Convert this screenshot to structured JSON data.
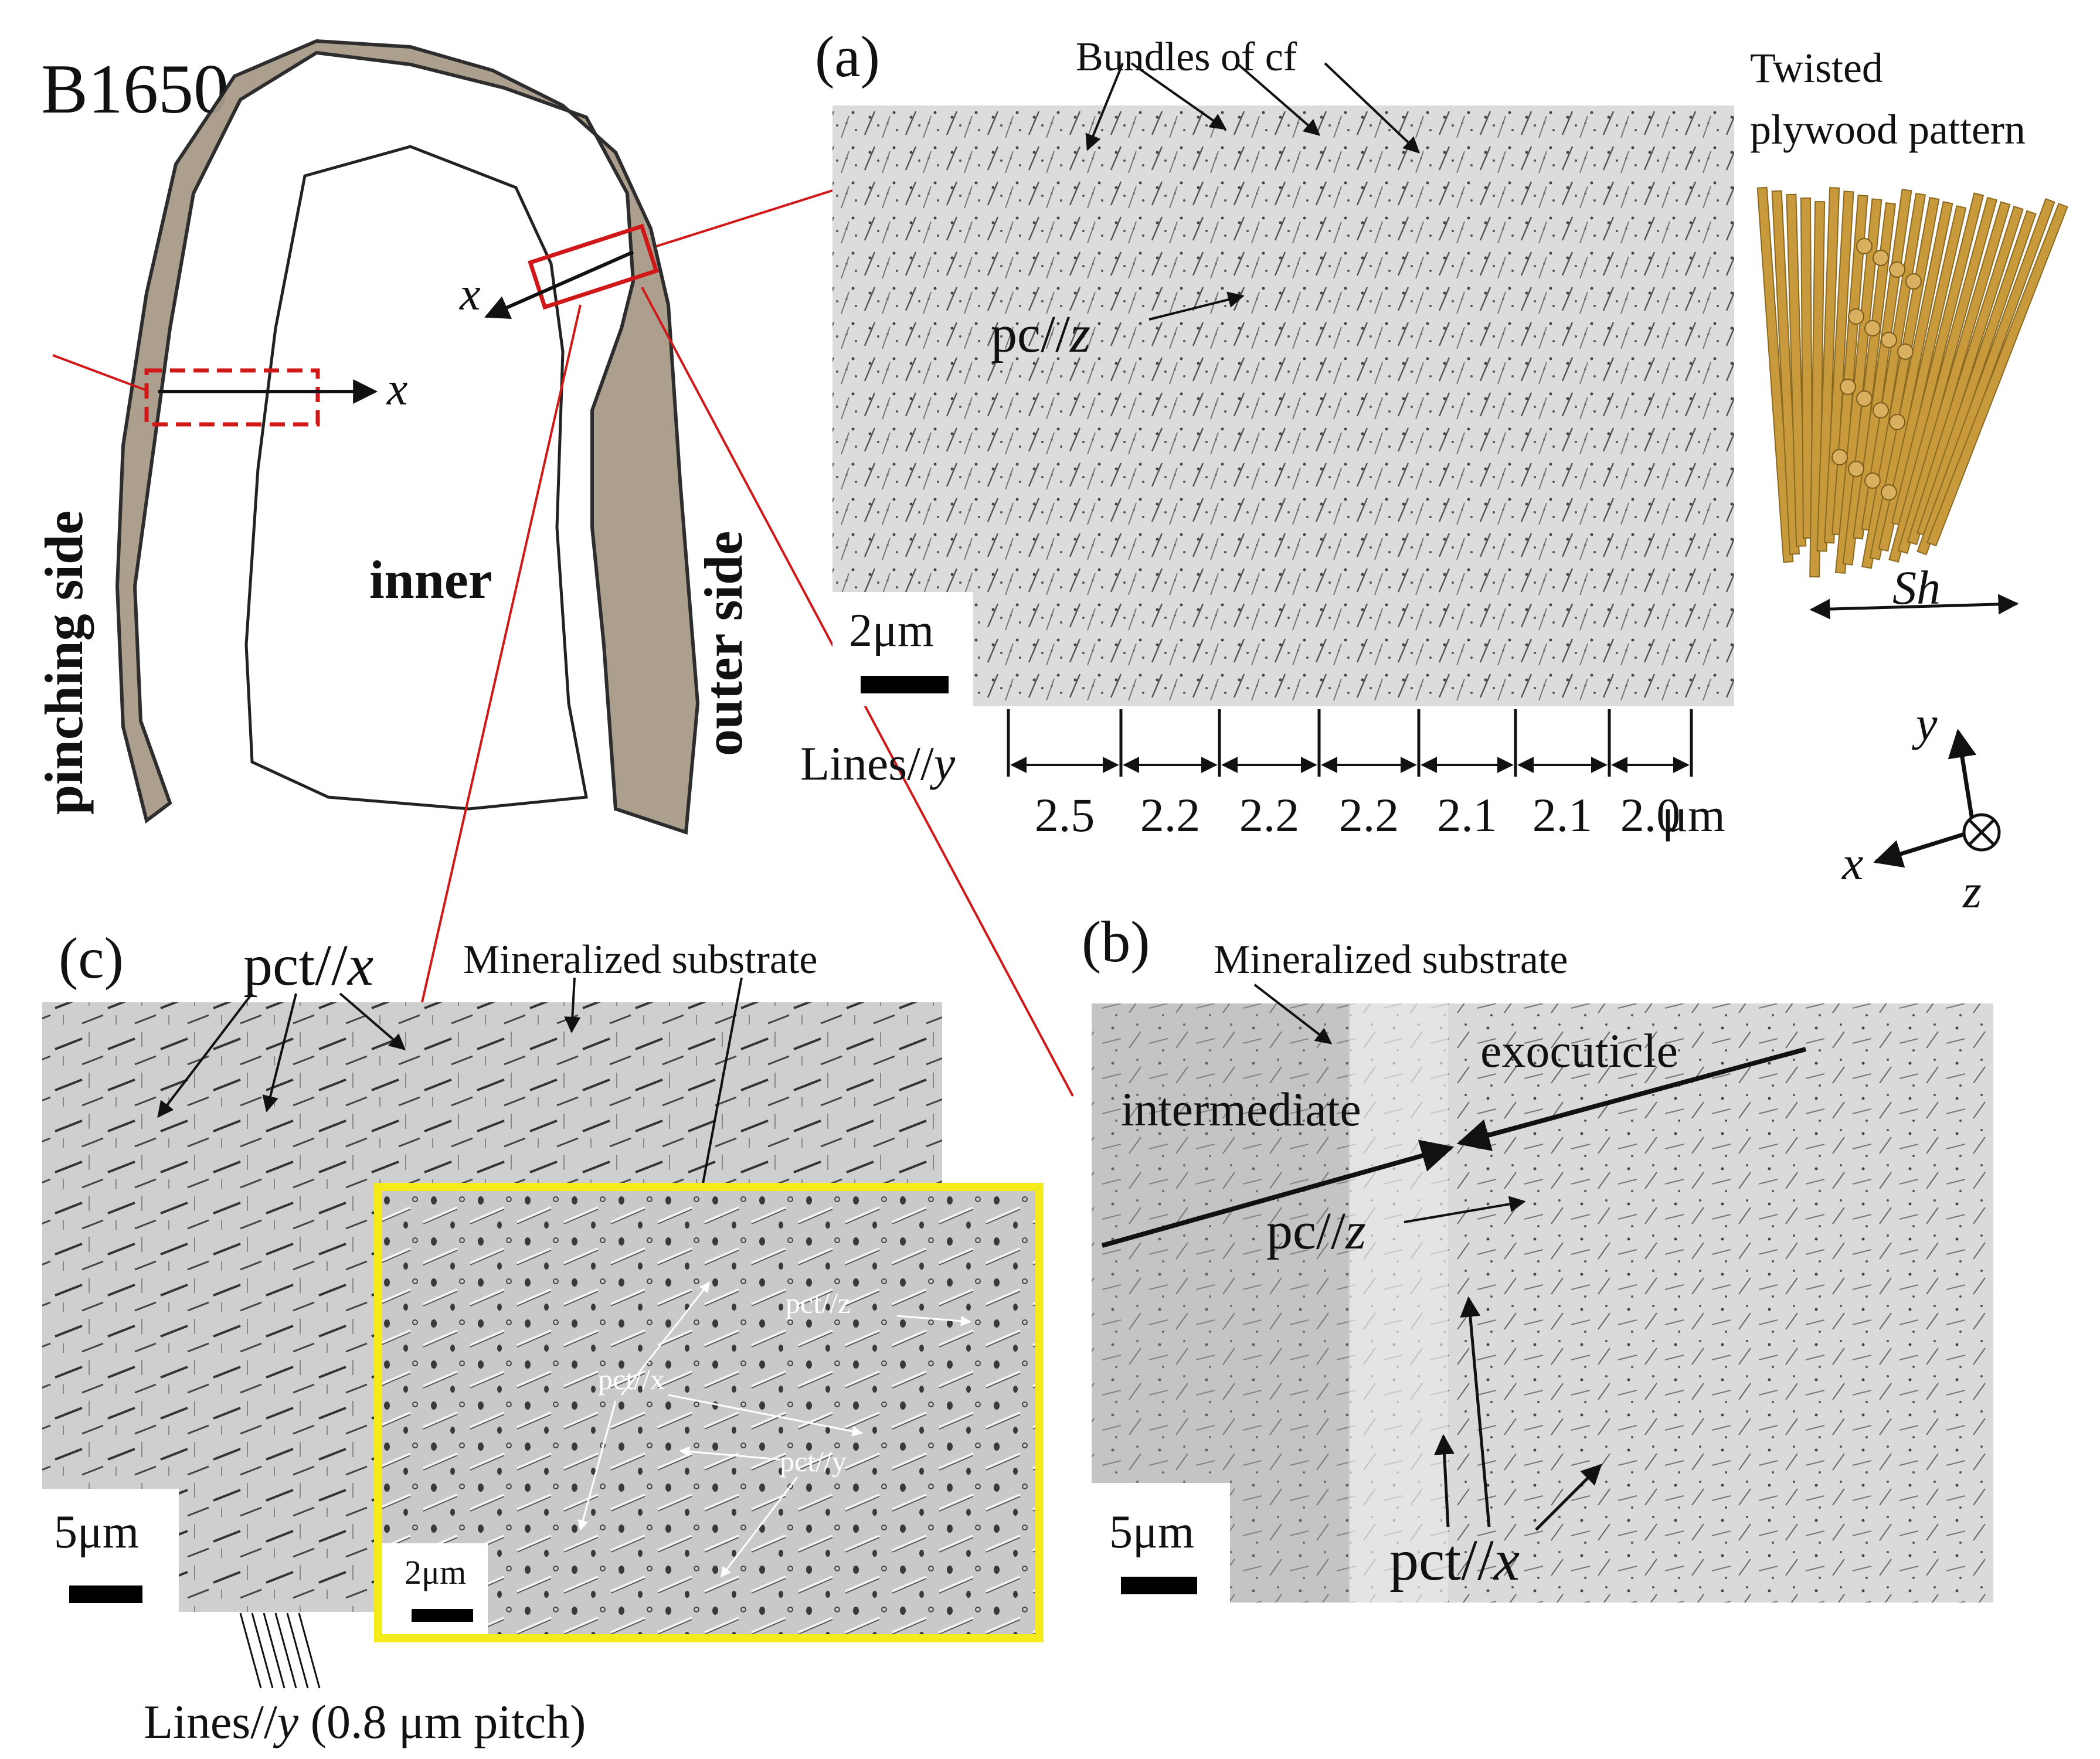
{
  "sample_label": "B1650",
  "overview": {
    "side_left": "pinching side",
    "side_right": "outer side",
    "inner": "inner",
    "axis_x_left": "x",
    "axis_x_right": "x"
  },
  "panel_a": {
    "letter": "(a)",
    "bundles_label": "Bundles of cf",
    "pc_label": "pc//",
    "pc_axis": "z",
    "scale_bar": "2μm",
    "lines_prefix": "Lines//",
    "lines_axis": "y",
    "spacings": [
      "2.5",
      "2.2",
      "2.2",
      "2.2",
      "2.1",
      "2.1",
      "2.0"
    ],
    "spacing_unit": "μm"
  },
  "plywood": {
    "title_line1": "Twisted",
    "title_line2": "plywood pattern",
    "sh_label": "Sh",
    "axes": {
      "y": "y",
      "x": "x",
      "z": "z"
    }
  },
  "panel_b": {
    "letter": "(b)",
    "mineralized": "Mineralized substrate",
    "exocuticle": "exocuticle",
    "intermediate": "intermediate",
    "pc_label": "pc//",
    "pc_axis": "z",
    "pct_label": "pct//",
    "pct_axis": "x",
    "scale_bar": "5μm"
  },
  "panel_c": {
    "letter": "(c)",
    "pct_label": "pct//",
    "pct_axis": "x",
    "mineralized": "Mineralized substrate",
    "scale_bar": "5μm",
    "inset_scale_bar": "2μm",
    "inset_pct_x": "pct//x",
    "inset_pct_z": "pct//z",
    "inset_pct_y": "pct//y",
    "lines_prefix": "Lines//",
    "lines_axis": "y",
    "lines_suffix": " (0.8 μm pitch)"
  },
  "colors": {
    "callout_red": "#d01818",
    "inset_border": "#f5ea1a",
    "micrograph_bg": "#d8d8d8",
    "fiber": "#c89a3c"
  }
}
